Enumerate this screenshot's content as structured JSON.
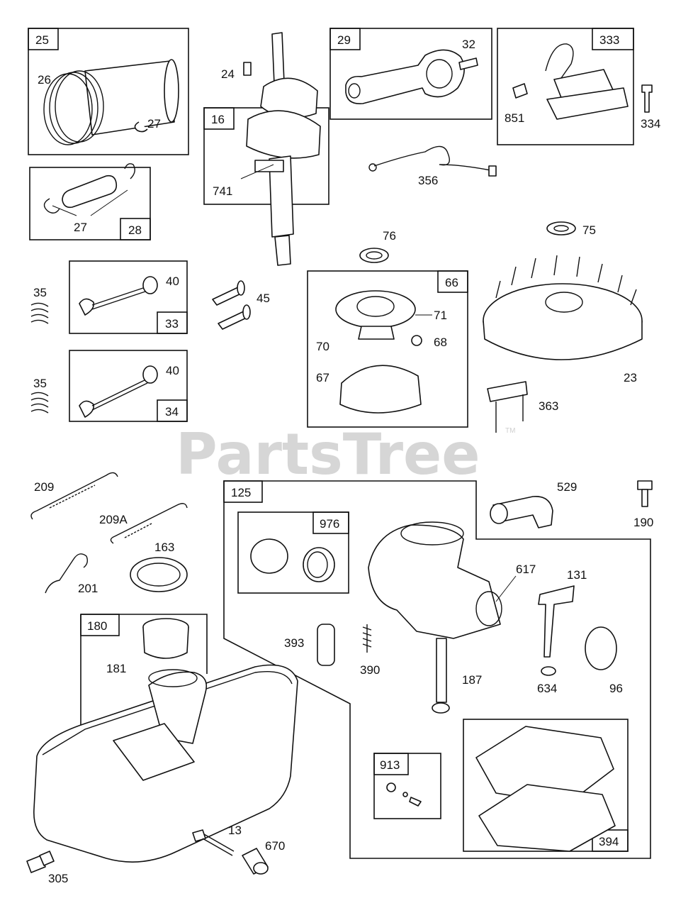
{
  "watermark": {
    "text": "PartsTree",
    "tm": "TM"
  },
  "boxes": {
    "b25": "25",
    "b29": "29",
    "b333": "333",
    "b16": "16",
    "b28": "28",
    "b33": "33",
    "b34": "34",
    "b66": "66",
    "b125": "125",
    "b976": "976",
    "b180": "180",
    "b913": "913",
    "b394": "394"
  },
  "labels": {
    "l26": "26",
    "l27a": "27",
    "l24": "24",
    "l32": "32",
    "l851": "851",
    "l334": "334",
    "l741": "741",
    "l356": "356",
    "l27b": "27",
    "l76": "76",
    "l75": "75",
    "l35a": "35",
    "l40a": "40",
    "l45": "45",
    "l71": "71",
    "l70": "70",
    "l68": "68",
    "l67": "67",
    "l23": "23",
    "l35b": "35",
    "l40b": "40",
    "l363": "363",
    "l209": "209",
    "l209a": "209A",
    "l163": "163",
    "l201": "201",
    "l529": "529",
    "l190": "190",
    "l617": "617",
    "l131": "131",
    "l393": "393",
    "l390": "390",
    "l187": "187",
    "l634": "634",
    "l96": "96",
    "l181": "181",
    "l13": "13",
    "l670": "670",
    "l305": "305"
  }
}
